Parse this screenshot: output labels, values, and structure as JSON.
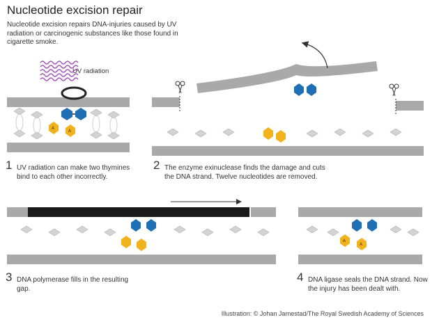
{
  "title": "Nucleotide excision repair",
  "intro": "Nucleotide excision repairs DNA-injuries caused by UV radiation or carcinogenic substances like those found in cigarette smoke.",
  "uv_label": "UV radiation",
  "nucleotide_letter": "A",
  "steps": [
    {
      "num": "1",
      "text": "UV radiation can make two thymines bind to each other incorrectly."
    },
    {
      "num": "2",
      "text": "The enzyme exinuclease finds the damage and cuts the DNA strand. Twelve nucleotides are removed."
    },
    {
      "num": "3",
      "text": "DNA polymerase fills in the resulting gap."
    },
    {
      "num": "4",
      "text": "DNA ligase seals the DNA strand. Now the injury has been dealt with."
    }
  ],
  "credit": "Illustration: © Johan Jarnestad/The Royal Swedish Academy of Sciences",
  "colors": {
    "strand": "#a9a9a9",
    "nucleotide": "#c8c8c8",
    "thymine": "#1f6fb5",
    "adenine": "#f2b21b",
    "new_strand": "#1a1a1a",
    "uv_waves": "#9a3fb2"
  }
}
